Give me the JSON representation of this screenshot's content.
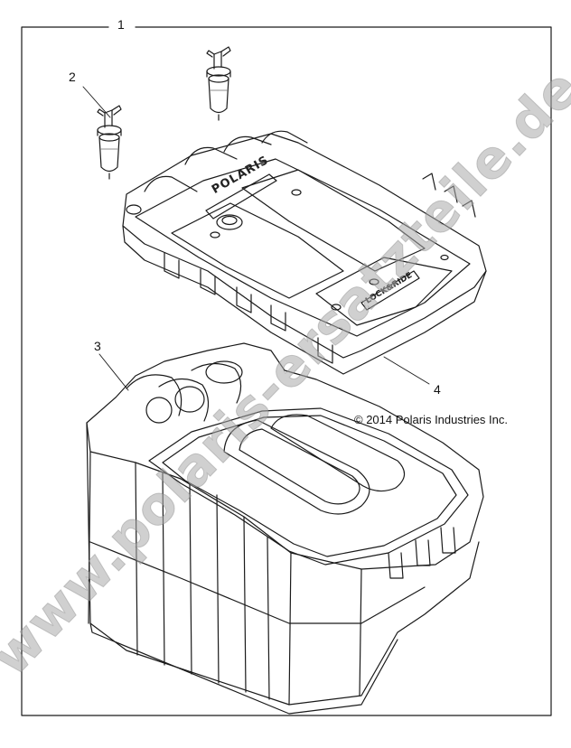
{
  "diagram": {
    "callouts": [
      {
        "id": "1",
        "label": "1"
      },
      {
        "id": "2",
        "label": "2"
      },
      {
        "id": "3",
        "label": "3"
      },
      {
        "id": "4",
        "label": "4"
      }
    ],
    "lid_logo": "POLARIS",
    "lid_badge": "LOCK&RIDE",
    "copyright": "© 2014 Polaris Industries Inc.",
    "watermark": "www.polaris-ersatzteile.de"
  }
}
